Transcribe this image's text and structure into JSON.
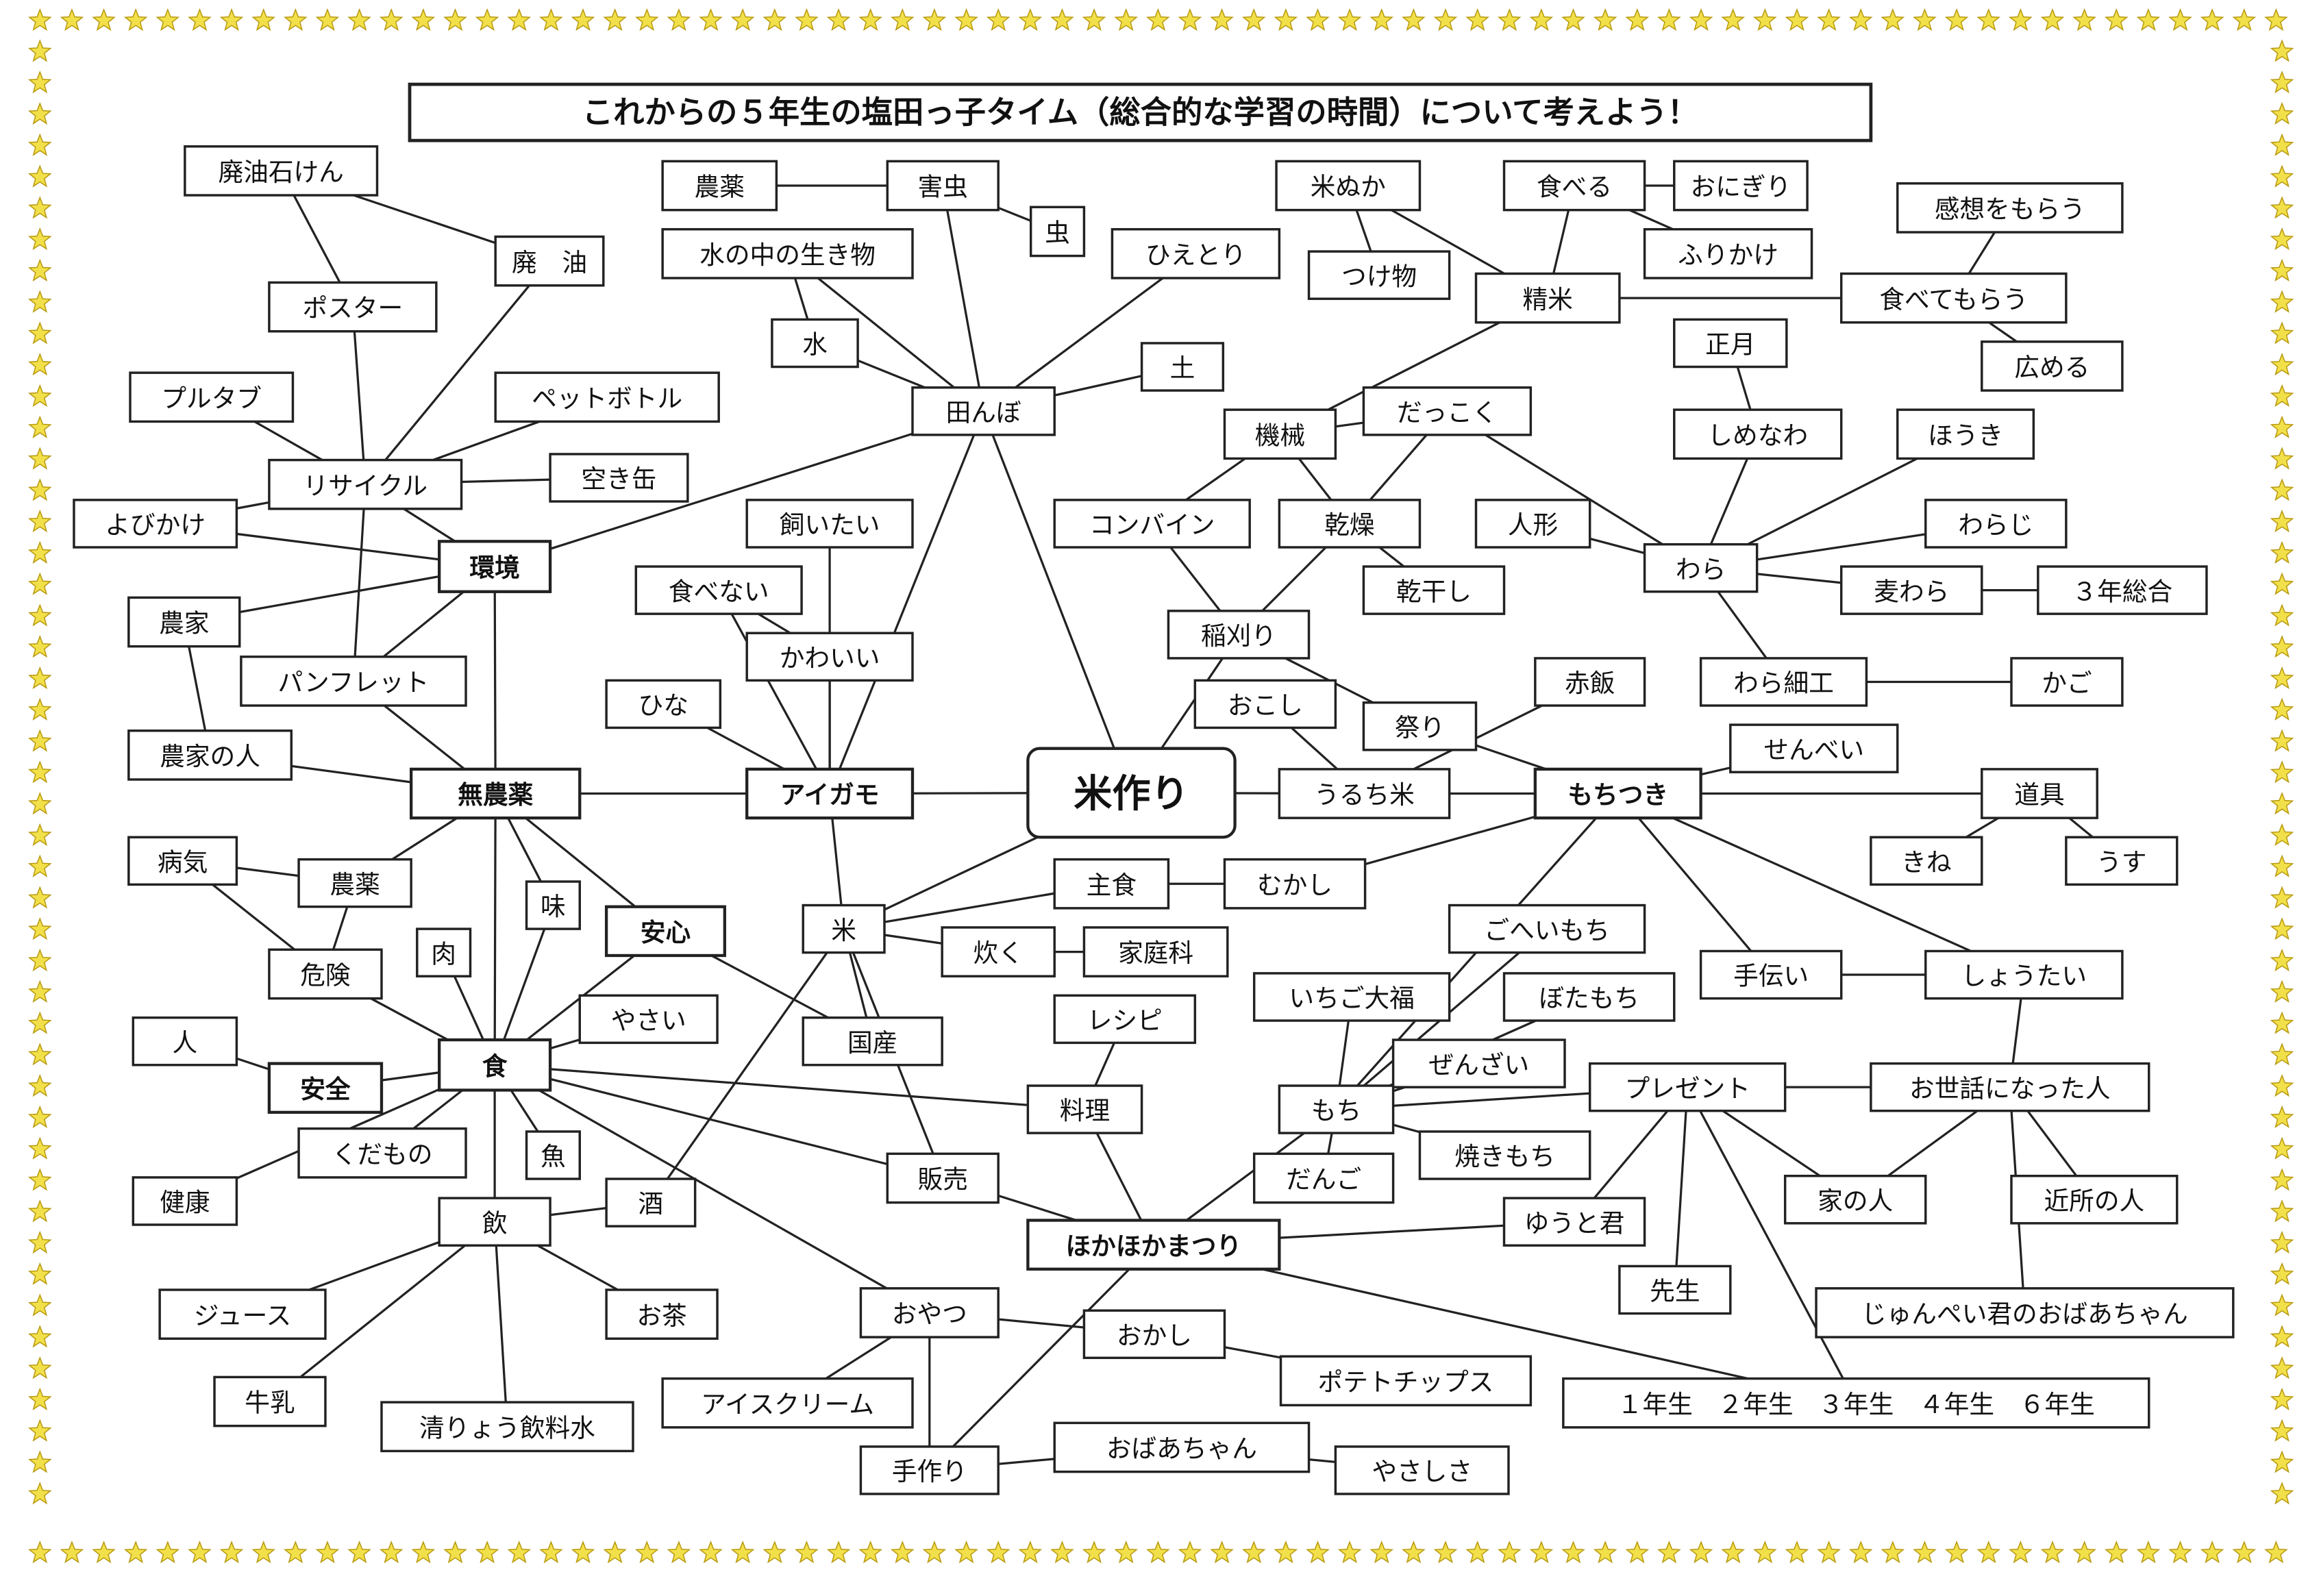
{
  "title": "これからの５年生の塩田っ子タイム（総合的な学習の時間）について考えよう！",
  "colors": {
    "star": "#f2e04a",
    "line": "#222222"
  },
  "nodes": [
    {
      "id": "n1",
      "label": "廃油石けん"
    },
    {
      "id": "n2",
      "label": "廃　油"
    },
    {
      "id": "n3",
      "label": "ポスター"
    },
    {
      "id": "n4",
      "label": "プルタブ"
    },
    {
      "id": "n5",
      "label": "ペットボトル"
    },
    {
      "id": "n6",
      "label": "リサイクル"
    },
    {
      "id": "n7",
      "label": "空き缶"
    },
    {
      "id": "n8",
      "label": "よびかけ"
    },
    {
      "id": "n9",
      "label": "環境",
      "bold": true
    },
    {
      "id": "n10",
      "label": "農家"
    },
    {
      "id": "n11",
      "label": "パンフレット"
    },
    {
      "id": "n12",
      "label": "農家の人"
    },
    {
      "id": "n13",
      "label": "無農薬",
      "bold": true
    },
    {
      "id": "n14",
      "label": "病気"
    },
    {
      "id": "n15",
      "label": "農薬"
    },
    {
      "id": "n16",
      "label": "肉"
    },
    {
      "id": "n17",
      "label": "味"
    },
    {
      "id": "n18",
      "label": "安心",
      "bold": true
    },
    {
      "id": "n19",
      "label": "危険"
    },
    {
      "id": "n20",
      "label": "人"
    },
    {
      "id": "n21",
      "label": "安全",
      "bold": true
    },
    {
      "id": "n22",
      "label": "食",
      "bold": true
    },
    {
      "id": "n23",
      "label": "やさい"
    },
    {
      "id": "n24",
      "label": "くだもの"
    },
    {
      "id": "n25",
      "label": "魚"
    },
    {
      "id": "n26",
      "label": "健康"
    },
    {
      "id": "n27",
      "label": "酒"
    },
    {
      "id": "n28",
      "label": "飲"
    },
    {
      "id": "n29",
      "label": "ジュース"
    },
    {
      "id": "n30",
      "label": "お茶"
    },
    {
      "id": "n31",
      "label": "牛乳"
    },
    {
      "id": "n32",
      "label": "清りょう飲料水"
    },
    {
      "id": "n33",
      "label": "農薬"
    },
    {
      "id": "n34",
      "label": "害虫"
    },
    {
      "id": "n35",
      "label": "虫"
    },
    {
      "id": "n36",
      "label": "水の中の生き物"
    },
    {
      "id": "n37",
      "label": "ひえとり"
    },
    {
      "id": "n38",
      "label": "水"
    },
    {
      "id": "n39",
      "label": "土"
    },
    {
      "id": "n40",
      "label": "田んぼ"
    },
    {
      "id": "n41",
      "label": "飼いたい"
    },
    {
      "id": "n42",
      "label": "食べない"
    },
    {
      "id": "n43",
      "label": "かわいい"
    },
    {
      "id": "n44",
      "label": "ひな"
    },
    {
      "id": "n45",
      "label": "アイガモ",
      "bold": true
    },
    {
      "id": "n46",
      "label": "米作り",
      "center": true
    },
    {
      "id": "n47",
      "label": "米"
    },
    {
      "id": "n48",
      "label": "炊く"
    },
    {
      "id": "n49",
      "label": "家庭科"
    },
    {
      "id": "n50",
      "label": "主食"
    },
    {
      "id": "n51",
      "label": "むかし"
    },
    {
      "id": "n52",
      "label": "レシピ"
    },
    {
      "id": "n53",
      "label": "国産"
    },
    {
      "id": "n54",
      "label": "料理"
    },
    {
      "id": "n55",
      "label": "販売"
    },
    {
      "id": "n56",
      "label": "ほかほかまつり",
      "bold": true
    },
    {
      "id": "n57",
      "label": "おやつ"
    },
    {
      "id": "n58",
      "label": "おかし"
    },
    {
      "id": "n59",
      "label": "アイスクリーム"
    },
    {
      "id": "n60",
      "label": "ポテトチップス"
    },
    {
      "id": "n61",
      "label": "手作り"
    },
    {
      "id": "n62",
      "label": "おばあちゃん"
    },
    {
      "id": "n63",
      "label": "やさしさ"
    },
    {
      "id": "n64",
      "label": "米ぬか"
    },
    {
      "id": "n65",
      "label": "つけ物"
    },
    {
      "id": "n66",
      "label": "食べる"
    },
    {
      "id": "n67",
      "label": "おにぎり"
    },
    {
      "id": "n68",
      "label": "ふりかけ"
    },
    {
      "id": "n69",
      "label": "精米"
    },
    {
      "id": "n70",
      "label": "感想をもらう"
    },
    {
      "id": "n71",
      "label": "食べてもらう"
    },
    {
      "id": "n72",
      "label": "広める"
    },
    {
      "id": "n73",
      "label": "正月"
    },
    {
      "id": "n74",
      "label": "しめなわ"
    },
    {
      "id": "n75",
      "label": "ほうき"
    },
    {
      "id": "n76",
      "label": "機械"
    },
    {
      "id": "n77",
      "label": "だっこく"
    },
    {
      "id": "n78",
      "label": "コンバイン"
    },
    {
      "id": "n79",
      "label": "乾燥"
    },
    {
      "id": "n80",
      "label": "人形"
    },
    {
      "id": "n81",
      "label": "わら"
    },
    {
      "id": "n82",
      "label": "わらじ"
    },
    {
      "id": "n83",
      "label": "乾干し"
    },
    {
      "id": "n84",
      "label": "麦わら"
    },
    {
      "id": "n85",
      "label": "３年総合"
    },
    {
      "id": "n86",
      "label": "稲刈り"
    },
    {
      "id": "n87",
      "label": "わら細工"
    },
    {
      "id": "n88",
      "label": "かご"
    },
    {
      "id": "n89",
      "label": "赤飯"
    },
    {
      "id": "n90",
      "label": "おこし"
    },
    {
      "id": "n91",
      "label": "祭り"
    },
    {
      "id": "n92",
      "label": "せんべい"
    },
    {
      "id": "n93",
      "label": "うるち米"
    },
    {
      "id": "n94",
      "label": "もちつき",
      "bold": true
    },
    {
      "id": "n95",
      "label": "道具"
    },
    {
      "id": "n96",
      "label": "きね"
    },
    {
      "id": "n97",
      "label": "うす"
    },
    {
      "id": "n98",
      "label": "ごへいもち"
    },
    {
      "id": "n99",
      "label": "いちご大福"
    },
    {
      "id": "n100",
      "label": "ぼたもち"
    },
    {
      "id": "n101",
      "label": "手伝い"
    },
    {
      "id": "n102",
      "label": "しょうたい"
    },
    {
      "id": "n103",
      "label": "ぜんざい"
    },
    {
      "id": "n104",
      "label": "プレゼント"
    },
    {
      "id": "n105",
      "label": "お世話になった人"
    },
    {
      "id": "n106",
      "label": "もち"
    },
    {
      "id": "n107",
      "label": "焼きもち"
    },
    {
      "id": "n108",
      "label": "だんご"
    },
    {
      "id": "n109",
      "label": "家の人"
    },
    {
      "id": "n110",
      "label": "近所の人"
    },
    {
      "id": "n111",
      "label": "ゆうと君"
    },
    {
      "id": "n112",
      "label": "先生"
    },
    {
      "id": "n113",
      "label": "じゅんぺい君のおばあちゃん"
    },
    {
      "id": "n114",
      "label": "１年生　２年生　３年生　４年生　６年生"
    }
  ],
  "edges": [
    [
      "n1",
      "n3"
    ],
    [
      "n1",
      "n2"
    ],
    [
      "n2",
      "n6"
    ],
    [
      "n3",
      "n6"
    ],
    [
      "n4",
      "n6"
    ],
    [
      "n5",
      "n6"
    ],
    [
      "n7",
      "n6"
    ],
    [
      "n6",
      "n9"
    ],
    [
      "n8",
      "n6"
    ],
    [
      "n8",
      "n9"
    ],
    [
      "n11",
      "n6"
    ],
    [
      "n10",
      "n9"
    ],
    [
      "n11",
      "n9"
    ],
    [
      "n9",
      "n13"
    ],
    [
      "n9",
      "n40"
    ],
    [
      "n10",
      "n12"
    ],
    [
      "n12",
      "n13"
    ],
    [
      "n11",
      "n13"
    ],
    [
      "n13",
      "n45"
    ],
    [
      "n13",
      "n15"
    ],
    [
      "n13",
      "n22"
    ],
    [
      "n17",
      "n13"
    ],
    [
      "n17",
      "n22"
    ],
    [
      "n13",
      "n18"
    ],
    [
      "n18",
      "n22"
    ],
    [
      "n15",
      "n14"
    ],
    [
      "n14",
      "n19"
    ],
    [
      "n15",
      "n19"
    ],
    [
      "n19",
      "n22"
    ],
    [
      "n16",
      "n22"
    ],
    [
      "n20",
      "n21"
    ],
    [
      "n21",
      "n22"
    ],
    [
      "n26",
      "n22"
    ],
    [
      "n23",
      "n22"
    ],
    [
      "n24",
      "n22"
    ],
    [
      "n25",
      "n22"
    ],
    [
      "n22",
      "n28"
    ],
    [
      "n22",
      "n55"
    ],
    [
      "n22",
      "n54"
    ],
    [
      "n22",
      "n57"
    ],
    [
      "n28",
      "n27"
    ],
    [
      "n28",
      "n29"
    ],
    [
      "n28",
      "n31"
    ],
    [
      "n28",
      "n32"
    ],
    [
      "n28",
      "n30"
    ],
    [
      "n47",
      "n27"
    ],
    [
      "n47",
      "n45"
    ],
    [
      "n47",
      "n46"
    ],
    [
      "n47",
      "n50"
    ],
    [
      "n47",
      "n48"
    ],
    [
      "n47",
      "n53"
    ],
    [
      "n47",
      "n55"
    ],
    [
      "n18",
      "n53"
    ],
    [
      "n48",
      "n49"
    ],
    [
      "n52",
      "n54"
    ],
    [
      "n54",
      "n56"
    ],
    [
      "n50",
      "n51"
    ],
    [
      "n51",
      "n94"
    ],
    [
      "n55",
      "n56"
    ],
    [
      "n56",
      "n61"
    ],
    [
      "n56",
      "n106"
    ],
    [
      "n56",
      "n111"
    ],
    [
      "n56",
      "n114"
    ],
    [
      "n57",
      "n58"
    ],
    [
      "n58",
      "n60"
    ],
    [
      "n57",
      "n59"
    ],
    [
      "n57",
      "n61"
    ],
    [
      "n61",
      "n62"
    ],
    [
      "n62",
      "n63"
    ],
    [
      "n45",
      "n41"
    ],
    [
      "n45",
      "n42"
    ],
    [
      "n45",
      "n43"
    ],
    [
      "n45",
      "n44"
    ],
    [
      "n42",
      "n43"
    ],
    [
      "n45",
      "n40"
    ],
    [
      "n45",
      "n46"
    ],
    [
      "n33",
      "n34"
    ],
    [
      "n34",
      "n35"
    ],
    [
      "n34",
      "n40"
    ],
    [
      "n36",
      "n40"
    ],
    [
      "n36",
      "n38"
    ],
    [
      "n38",
      "n40"
    ],
    [
      "n37",
      "n40"
    ],
    [
      "n39",
      "n40"
    ],
    [
      "n40",
      "n46"
    ],
    [
      "n46",
      "n86"
    ],
    [
      "n46",
      "n93"
    ],
    [
      "n78",
      "n86"
    ],
    [
      "n86",
      "n79"
    ],
    [
      "n86",
      "n91"
    ],
    [
      "n76",
      "n78"
    ],
    [
      "n76",
      "n79"
    ],
    [
      "n76",
      "n69"
    ],
    [
      "n77",
      "n76"
    ],
    [
      "n77",
      "n79"
    ],
    [
      "n77",
      "n81"
    ],
    [
      "n79",
      "n83"
    ],
    [
      "n69",
      "n64"
    ],
    [
      "n69",
      "n66"
    ],
    [
      "n69",
      "n71"
    ],
    [
      "n64",
      "n65"
    ],
    [
      "n66",
      "n67"
    ],
    [
      "n66",
      "n68"
    ],
    [
      "n71",
      "n70"
    ],
    [
      "n71",
      "n72"
    ],
    [
      "n81",
      "n80"
    ],
    [
      "n81",
      "n74"
    ],
    [
      "n74",
      "n73"
    ],
    [
      "n81",
      "n75"
    ],
    [
      "n81",
      "n82"
    ],
    [
      "n81",
      "n84"
    ],
    [
      "n84",
      "n85"
    ],
    [
      "n81",
      "n87"
    ],
    [
      "n87",
      "n88"
    ],
    [
      "n90",
      "n93"
    ],
    [
      "n93",
      "n94"
    ],
    [
      "n91",
      "n94"
    ],
    [
      "n89",
      "n93"
    ],
    [
      "n92",
      "n94"
    ],
    [
      "n94",
      "n95"
    ],
    [
      "n95",
      "n96"
    ],
    [
      "n95",
      "n97"
    ],
    [
      "n94",
      "n106"
    ],
    [
      "n94",
      "n101"
    ],
    [
      "n94",
      "n102"
    ],
    [
      "n101",
      "n102"
    ],
    [
      "n106",
      "n98"
    ],
    [
      "n106",
      "n99"
    ],
    [
      "n106",
      "n100"
    ],
    [
      "n106",
      "n103"
    ],
    [
      "n106",
      "n107"
    ],
    [
      "n106",
      "n108"
    ],
    [
      "n106",
      "n104"
    ],
    [
      "n104",
      "n105"
    ],
    [
      "n104",
      "n111"
    ],
    [
      "n104",
      "n112"
    ],
    [
      "n104",
      "n114"
    ],
    [
      "n104",
      "n109"
    ],
    [
      "n105",
      "n109"
    ],
    [
      "n105",
      "n110"
    ],
    [
      "n105",
      "n102"
    ],
    [
      "n105",
      "n113"
    ]
  ]
}
